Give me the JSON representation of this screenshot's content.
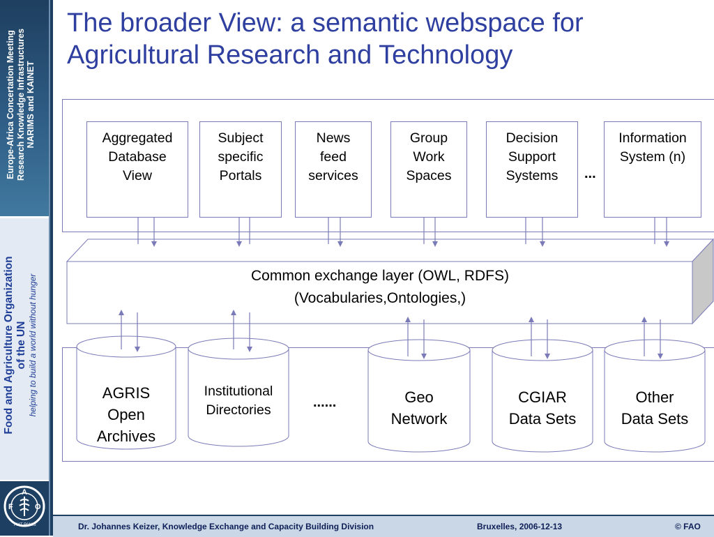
{
  "slide": {
    "title_line1": "The broader View:  a semantic webspace for",
    "title_line2": "Agricultural Research and Technology"
  },
  "sidebar": {
    "meeting_line1": "Europe-Africa Concertation Meeting",
    "meeting_line2": "Research Knowledge Infrastructures",
    "meeting_line3": "NARIMS and KAINET",
    "org_line1": "Food and Agriculture Organization",
    "org_line2": "of the UN",
    "tagline": "helping to build a world without hunger",
    "logo_letters": "FAO",
    "logo_motto": "FIAT PANIS"
  },
  "applications": [
    {
      "line1": "Aggregated",
      "line2": "Database",
      "line3": "View"
    },
    {
      "line1": "Subject",
      "line2": "specific",
      "line3": "Portals"
    },
    {
      "line1": "News",
      "line2": "feed",
      "line3": "services"
    },
    {
      "line1": "Group",
      "line2": "Work",
      "line3": "Spaces"
    },
    {
      "line1": "Decision",
      "line2": "Support",
      "line3": "Systems"
    },
    {
      "line1": "Information",
      "line2": "System (n)",
      "line3": ""
    }
  ],
  "applications_more": "...",
  "exchange_layer": {
    "line1": "Common exchange layer   (OWL, RDFS)",
    "line2": "(Vocabularies,Ontologies,)"
  },
  "data_sources": [
    {
      "line1": "AGRIS",
      "line2": "Open",
      "line3": "Archives"
    },
    {
      "line1": "Institutional",
      "line2": "Directories",
      "line3": ""
    },
    {
      "line1": "Geo",
      "line2": "Network",
      "line3": ""
    },
    {
      "line1": "CGIAR",
      "line2": "Data Sets",
      "line3": ""
    },
    {
      "line1": "Other",
      "line2": "Data Sets",
      "line3": ""
    }
  ],
  "data_sources_more": "......",
  "footer": {
    "author": "Dr. Johannes Keizer,  Knowledge Exchange and Capacity Building Division",
    "place_date": "Bruxelles,  2006-12-13",
    "copyright": "© FAO"
  },
  "colors": {
    "title": "#2e3fa0",
    "border": "#7a7ab8",
    "sidebar_dark": "#1d3f62",
    "footer_bg": "#c9d7e6",
    "footer_text": "#0e1f57"
  }
}
